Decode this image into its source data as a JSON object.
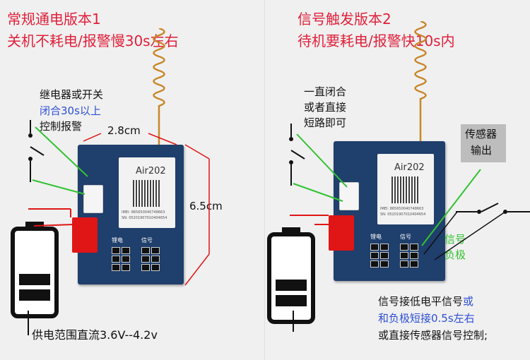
{
  "left": {
    "title_line1": "常规通电版本1",
    "title_line2": "关机不耗电/报警慢30s左右",
    "switch_note_line1": "继电器或开关",
    "switch_note_line2": "闭合30s以上",
    "switch_note_line3": "控制报警",
    "width_label": "2.8cm",
    "height_label": "6.5cm",
    "module_label": "Air202",
    "imei_line1": "IMEI: 865650040748663",
    "imei_line2": "SN: 05201907010404654",
    "header_label1": "锂电",
    "header_label2": "信号",
    "power_note": "供电范围直流3.6V--4.2v"
  },
  "right": {
    "title_line1": "信号触发版本2",
    "title_line2": "待机要耗电/报警快10s内",
    "switch_note_line1": "一直闭合",
    "switch_note_line2": "或者直接",
    "switch_note_line3": "短路即可",
    "sensor_note_line1": "传感器",
    "sensor_note_line2": "输出",
    "signal_label_line1": "信号",
    "signal_label_line2": "负极",
    "module_label": "Air202",
    "imei_line1": "IMEI: 865650040748663",
    "imei_line2": "SN: 05201907010404654",
    "header_label1": "锂电",
    "header_label2": "信号",
    "bottom_note_line1_black": "信号接低电平信号",
    "bottom_note_line1_blue": "或",
    "bottom_note_line2_blue": "和负极短接0.5s左右",
    "bottom_note_line3": "或直接传感器信号控制;"
  },
  "colors": {
    "title_red": "#e0203a",
    "note_blue": "#2d4fd6",
    "guide_green": "#33c233",
    "pcb_blue": "#1f3f6c",
    "connector_red": "#e01515"
  }
}
